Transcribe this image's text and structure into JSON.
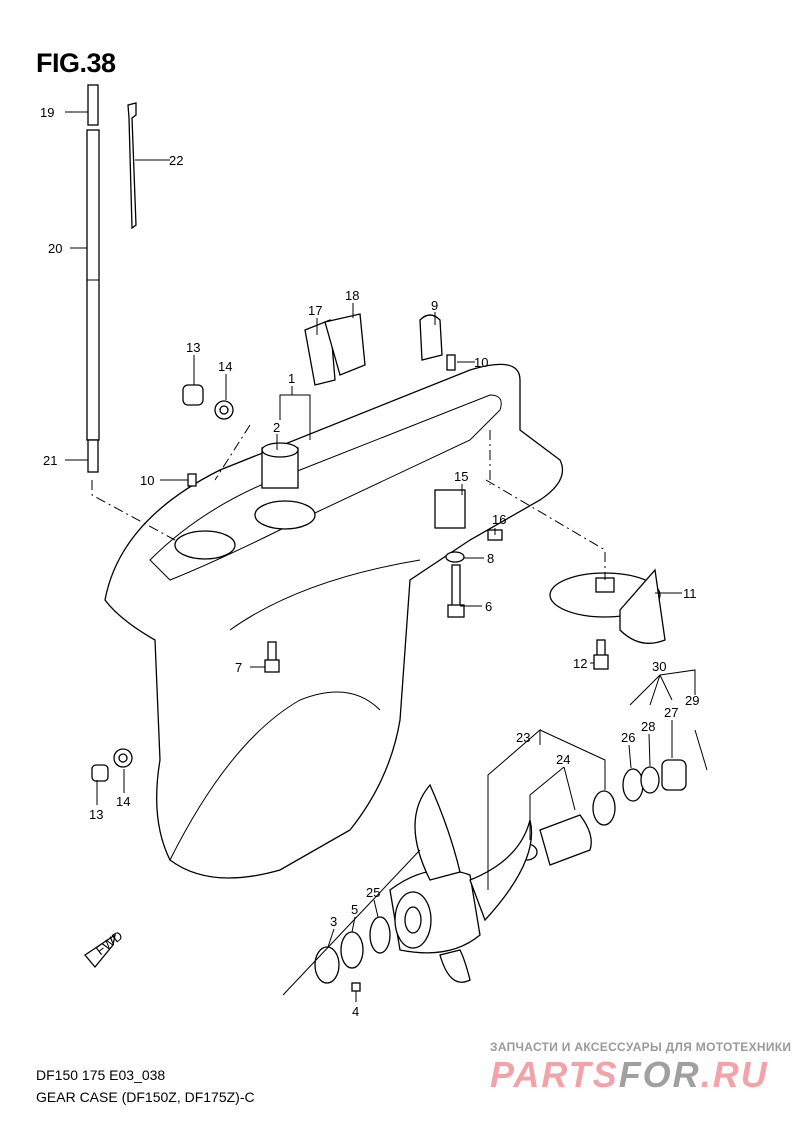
{
  "figure_title": "FIG.38",
  "callouts": [
    {
      "id": "19",
      "label": "19"
    },
    {
      "id": "22",
      "label": "22"
    },
    {
      "id": "20",
      "label": "20"
    },
    {
      "id": "21",
      "label": "21"
    },
    {
      "id": "17",
      "label": "17"
    },
    {
      "id": "18",
      "label": "18"
    },
    {
      "id": "9",
      "label": "9"
    },
    {
      "id": "10a",
      "label": "10"
    },
    {
      "id": "13a",
      "label": "13"
    },
    {
      "id": "14a",
      "label": "14"
    },
    {
      "id": "1",
      "label": "1"
    },
    {
      "id": "2",
      "label": "2"
    },
    {
      "id": "10b",
      "label": "10"
    },
    {
      "id": "15",
      "label": "15"
    },
    {
      "id": "16",
      "label": "16"
    },
    {
      "id": "8",
      "label": "8"
    },
    {
      "id": "6",
      "label": "6"
    },
    {
      "id": "11",
      "label": "11"
    },
    {
      "id": "12",
      "label": "12"
    },
    {
      "id": "7",
      "label": "7"
    },
    {
      "id": "30",
      "label": "30"
    },
    {
      "id": "29",
      "label": "29"
    },
    {
      "id": "28",
      "label": "28"
    },
    {
      "id": "27",
      "label": "27"
    },
    {
      "id": "26",
      "label": "26"
    },
    {
      "id": "23",
      "label": "23"
    },
    {
      "id": "24",
      "label": "24"
    },
    {
      "id": "13b",
      "label": "13"
    },
    {
      "id": "14b",
      "label": "14"
    },
    {
      "id": "25",
      "label": "25"
    },
    {
      "id": "5",
      "label": "5"
    },
    {
      "id": "3",
      "label": "3"
    },
    {
      "id": "4",
      "label": "4"
    }
  ],
  "fwd_label": "FWD",
  "footer": {
    "code": "DF150 175 E03_038",
    "description": "GEAR CASE (DF150Z, DF175Z)-C"
  },
  "watermark": {
    "subtitle": "ЗАПЧАСТИ И АКСЕССУАРЫ ДЛЯ МОТОТЕХНИКИ",
    "brand_a": "PARTS",
    "brand_b": "FOR",
    "brand_c": ".RU"
  }
}
